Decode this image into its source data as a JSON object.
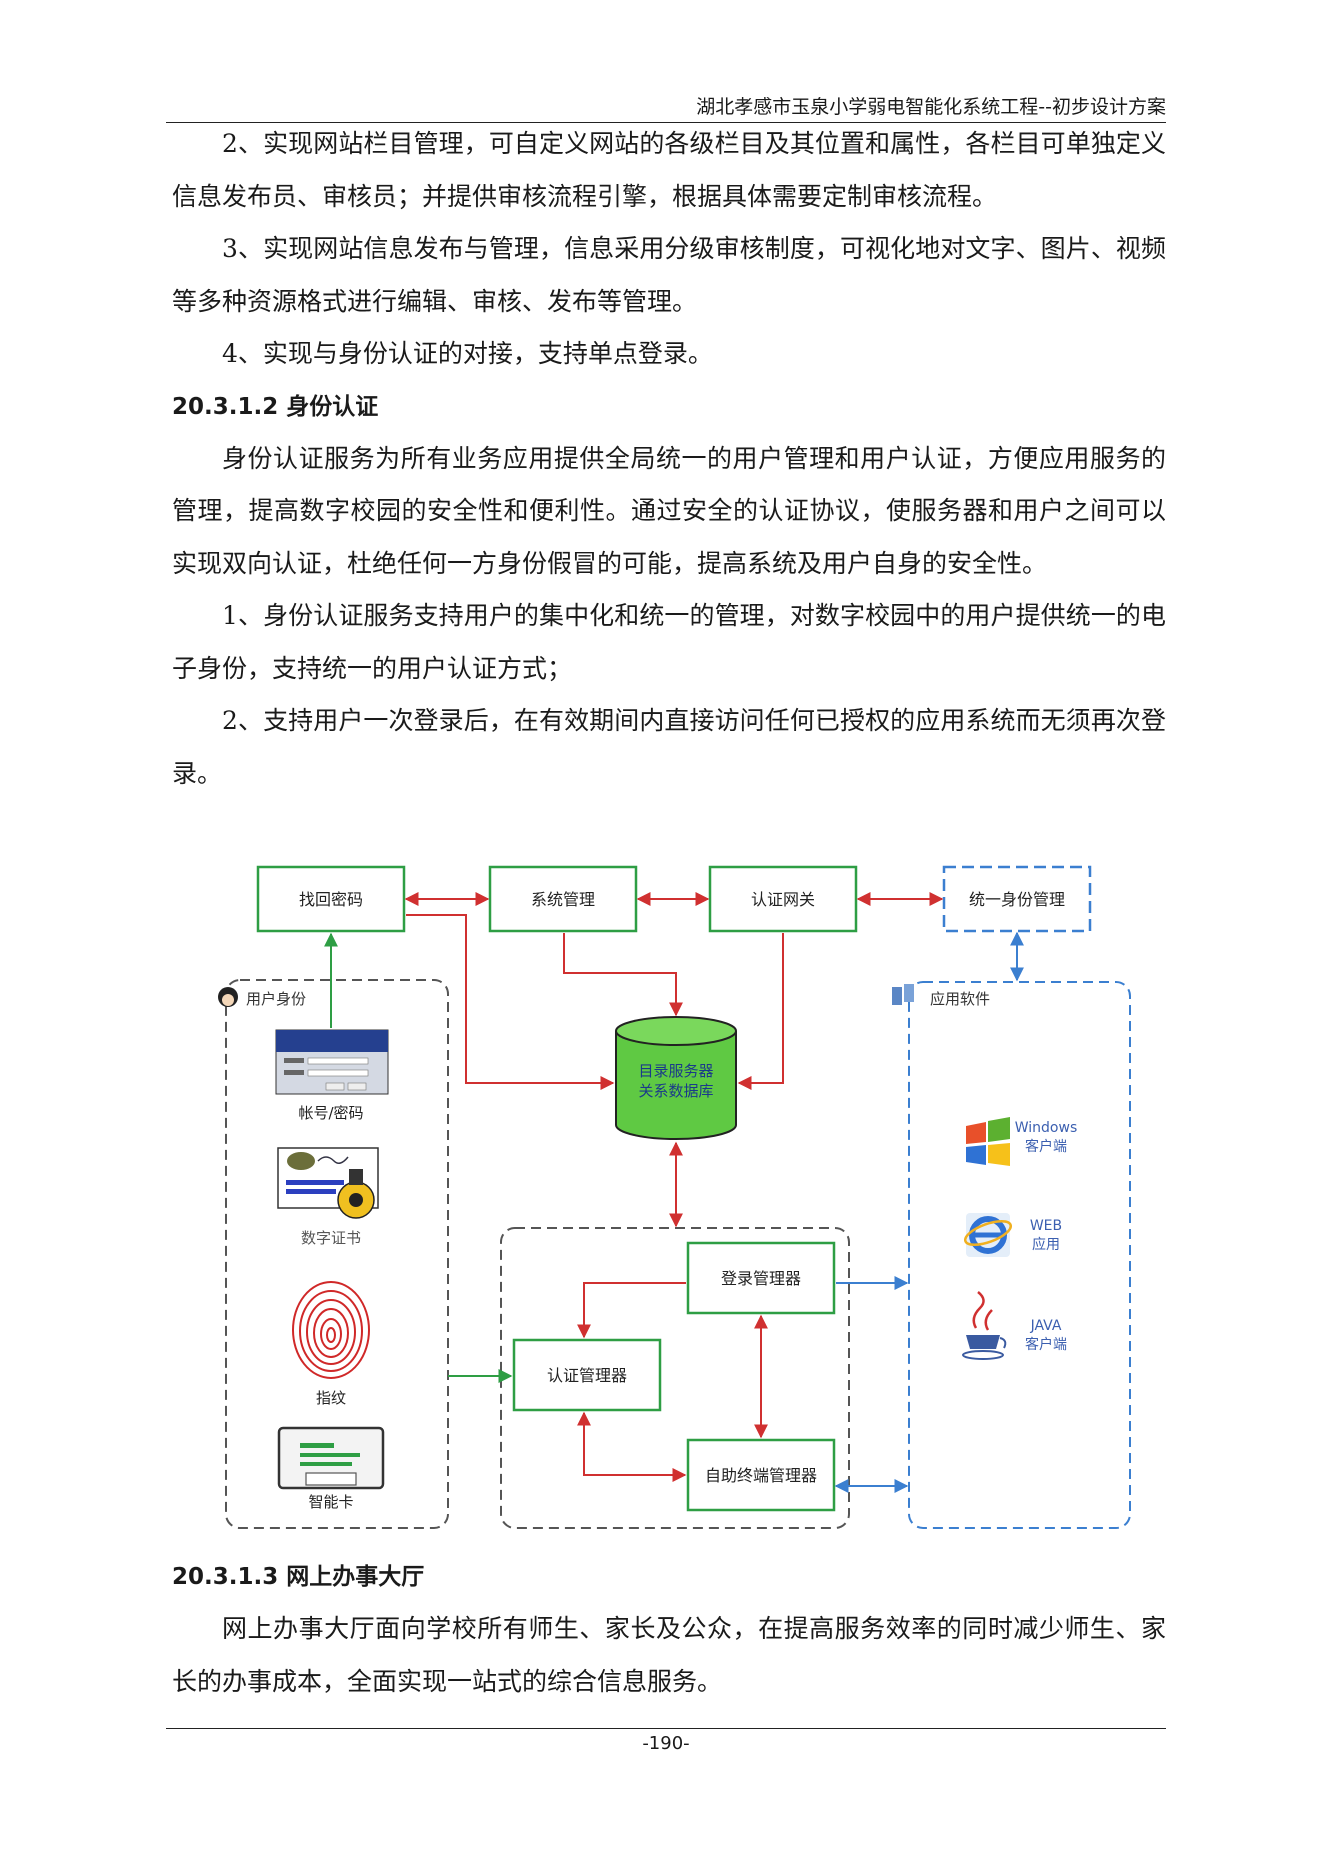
{
  "header": {
    "title": "湖北孝感市玉泉小学弱电智能化系统工程--初步设计方案"
  },
  "paragraphs_top": [
    "2、实现网站栏目管理，可自定义网站的各级栏目及其位置和属性，各栏目可单独定义信息发布员、审核员；并提供审核流程引擎，根据具体需要定制审核流程。",
    "3、实现网站信息发布与管理，信息采用分级审核制度，可视化地对文字、图片、视频等多种资源格式进行编辑、审核、发布等管理。",
    "4、实现与身份认证的对接，支持单点登录。"
  ],
  "section_auth": {
    "heading": "20.3.1.2 身份认证",
    "paragraphs": [
      "身份认证服务为所有业务应用提供全局统一的用户管理和用户认证，方便应用服务的管理，提高数字校园的安全性和便利性。通过安全的认证协议，使服务器和用户之间可以实现双向认证，杜绝任何一方身份假冒的可能，提高系统及用户自身的安全性。",
      "1、身份认证服务支持用户的集中化和统一的管理，对数字校园中的用户提供统一的电子身份，支持统一的用户认证方式；",
      "2、支持用户一次登录后，在有效期间内直接访问任何已授权的应用系统而无须再次登录。"
    ]
  },
  "diagram": {
    "top_boxes": {
      "find_password": "找回密码",
      "system_management": "系统管理",
      "auth_gateway": "认证网关",
      "unified_identity": "统一身份管理"
    },
    "database": {
      "line1": "目录服务器",
      "line2": "关系数据库"
    },
    "user_identity": {
      "group_label": "用户身份",
      "account_password": "帐号/密码",
      "digital_certificate": "数字证书",
      "fingerprint": "指纹",
      "smart_card": "智能卡"
    },
    "managers": {
      "login_manager": "登录管理器",
      "auth_manager": "认证管理器",
      "self_service_manager": "自助终端管理器"
    },
    "app_software": {
      "group_label": "应用软件",
      "windows_line1": "Windows",
      "windows_line2": "客户端",
      "web_line1": "WEB",
      "web_line2": "应用",
      "java_line1": "JAVA",
      "java_line2": "客户端"
    },
    "colors": {
      "green": "#2e9e44",
      "red": "#d03030",
      "blue": "#3b7fd0",
      "gray": "#555555"
    }
  },
  "section_hall": {
    "heading": "20.3.1.3 网上办事大厅",
    "paragraphs": [
      "网上办事大厅面向学校所有师生、家长及公众，在提高服务效率的同时减少师生、家长的办事成本，全面实现一站式的综合信息服务。"
    ]
  },
  "footer": {
    "page_number": "-190-"
  }
}
